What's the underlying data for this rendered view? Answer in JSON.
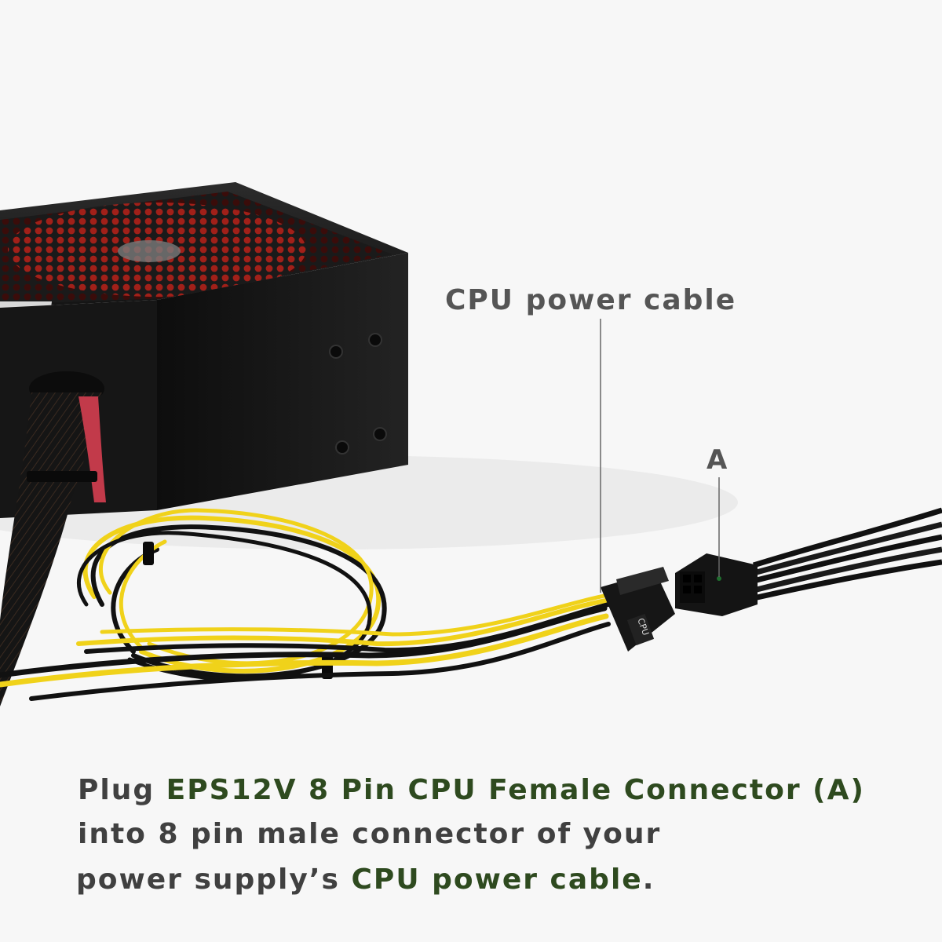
{
  "labels": {
    "cpu_power_cable": "CPU power cable",
    "connector_a": "A",
    "plug_tag": "CPU"
  },
  "caption": {
    "line1": [
      {
        "text": "Plug ",
        "highlight": false
      },
      {
        "text": "EPS12V 8 Pin CPU Female Connector (A)",
        "highlight": true
      }
    ],
    "line2": [
      {
        "text": "into 8 pin male connector of your",
        "highlight": false
      }
    ],
    "line3": [
      {
        "text": "power supply’s ",
        "highlight": false
      },
      {
        "text": "CPU power cable",
        "highlight": true
      },
      {
        "text": ".",
        "highlight": false
      }
    ]
  },
  "colors": {
    "label_gray": "#555555",
    "caption_text": "#404040",
    "caption_highlight": "#2e4a1f",
    "psu_body": "#1c1c1c",
    "fan_red": "#b2221c",
    "wire_yellow": "#f0d21a",
    "wire_black": "#111111",
    "connector_dot": "#1f6e2e"
  }
}
